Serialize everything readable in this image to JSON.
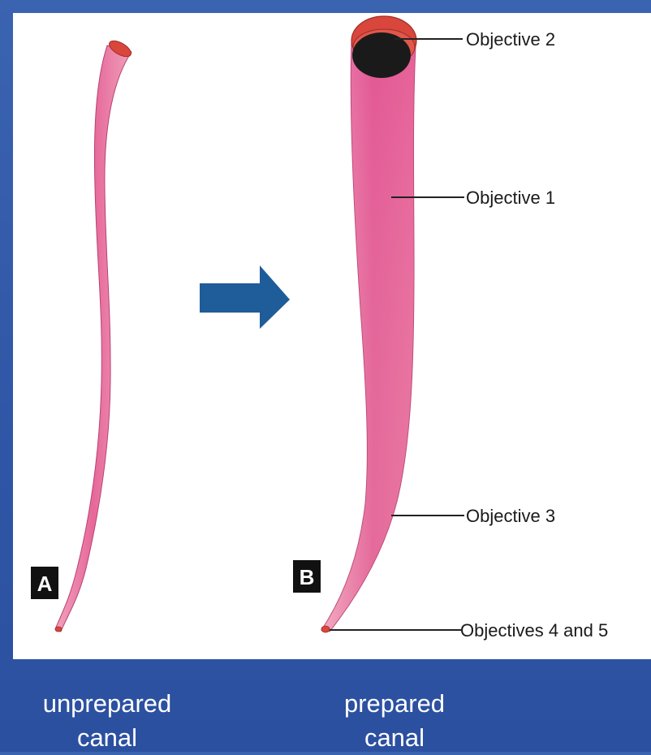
{
  "colors": {
    "background": "#3160ad",
    "panel": "#ffffff",
    "canal_fill": "#e2608f",
    "canal_light": "#f3a6bf",
    "orifice_red": "#d9463c",
    "orifice_dark": "#1a1a1a",
    "arrow": "#1f5c9a",
    "leader": "#222222"
  },
  "panels": {
    "a": {
      "letter": "A"
    },
    "b": {
      "letter": "B"
    }
  },
  "labels": {
    "objective_2": "Objective 2",
    "objective_1": "Objective 1",
    "objective_3": "Objective 3",
    "objectives_4_5": "Objectives 4 and 5"
  },
  "captions": {
    "left_line1": "unprepared",
    "left_line2": "canal",
    "right_line1": "prepared",
    "right_line2": "canal"
  },
  "icons": {
    "arrow": "right-arrow-icon"
  }
}
